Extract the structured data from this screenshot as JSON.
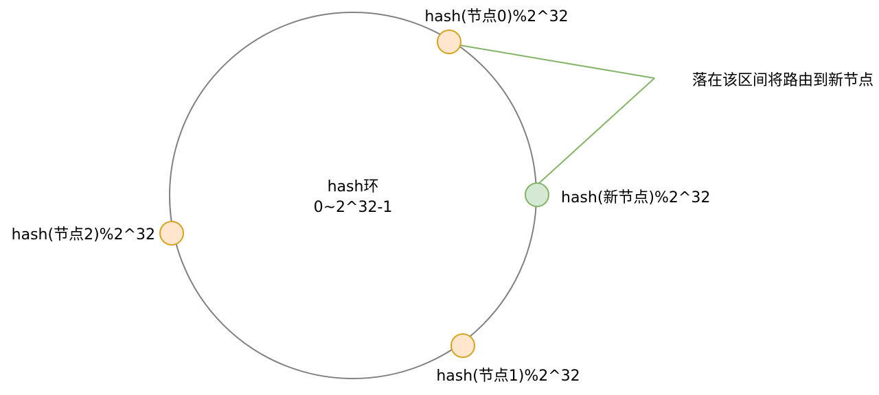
{
  "ring": {
    "title": "hash环",
    "range": "0~2^32-1"
  },
  "nodes": [
    {
      "label": "hash(节点0)%2^32",
      "kind": "existing"
    },
    {
      "label": "hash(节点1)%2^32",
      "kind": "existing"
    },
    {
      "label": "hash(节点2)%2^32",
      "kind": "existing"
    },
    {
      "label": "hash(新节点)%2^32",
      "kind": "new"
    }
  ],
  "annotation": {
    "text": "落在该区间将路由到新节点"
  },
  "colors": {
    "ring_stroke": "#808080",
    "existing_fill": "#ffe6cc",
    "existing_stroke": "#d6a21f",
    "new_fill": "#d5e8d4",
    "new_stroke": "#82b366",
    "connector": "#82b366"
  }
}
